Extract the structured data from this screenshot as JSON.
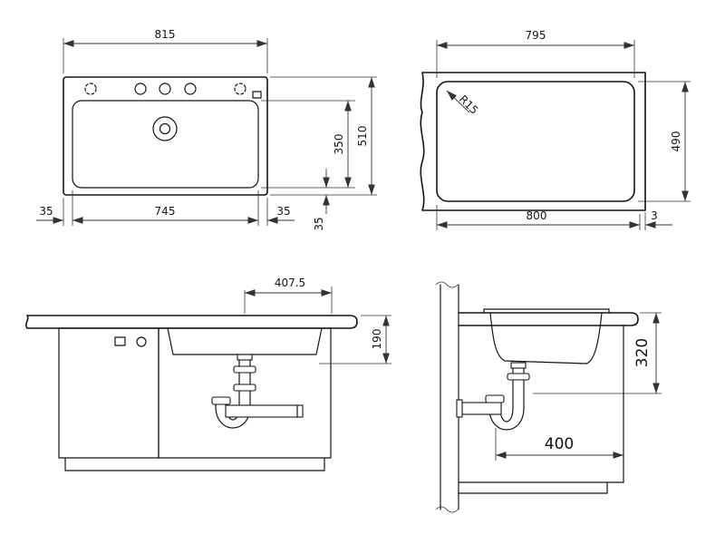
{
  "drawing": {
    "background": "#ffffff",
    "line_color": "#141414",
    "views": {
      "top": {
        "label": "sink-top-view",
        "dim_overall_width": "815",
        "dim_overall_depth": "510",
        "dim_bowl_depth": "350",
        "dim_bowl_width": "745",
        "dim_offset_left": "35",
        "dim_offset_right": "35",
        "dim_offset_front": "35"
      },
      "cutout": {
        "label": "worktop-cutout-view",
        "dim_cutout_width": "795",
        "dim_cutout_depth": "490",
        "dim_overall": "800",
        "dim_edge": "3",
        "dim_corner_radius": "R15"
      },
      "front": {
        "label": "front-elevation",
        "dim_center_to_edge": "407.5",
        "dim_height_below_worktop": "190"
      },
      "side": {
        "label": "side-elevation",
        "dim_clearance_height": "320",
        "dim_clearance_depth": "400"
      }
    }
  }
}
